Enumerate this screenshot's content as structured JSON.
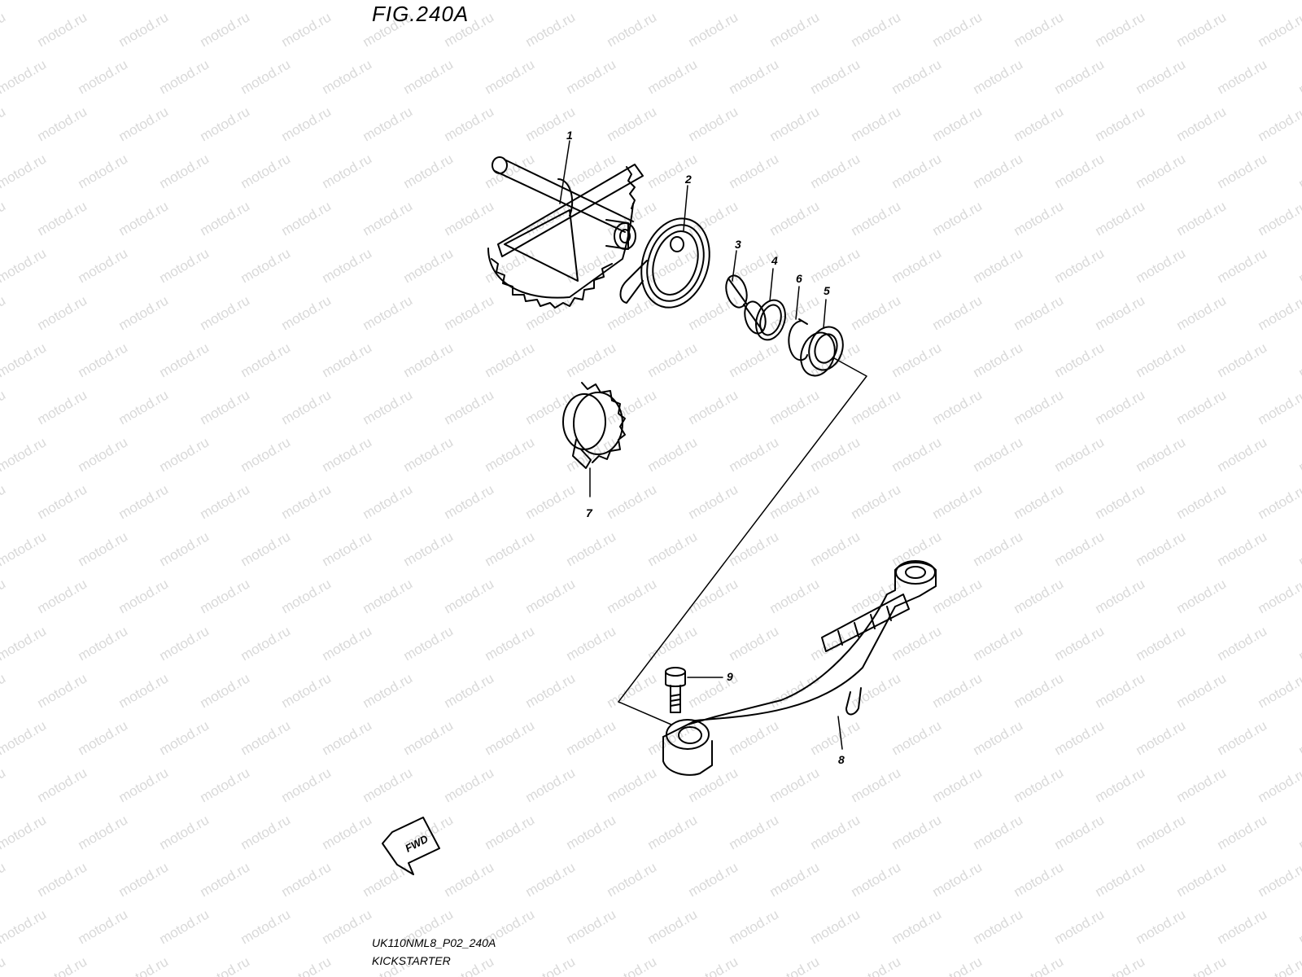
{
  "figure": {
    "title": "FIG.240A",
    "code": "UK110NML8_P02_240A",
    "name": "KICKSTARTER",
    "watermark_text": "motod.ru",
    "fwd_label": "FWD"
  },
  "callouts": [
    {
      "id": "1",
      "part": "kick-starter-shaft-gear"
    },
    {
      "id": "2",
      "part": "kick-starter-return-spring"
    },
    {
      "id": "3",
      "part": "spring-guide-bushing"
    },
    {
      "id": "4",
      "part": "washer"
    },
    {
      "id": "6",
      "part": "circlip"
    },
    {
      "id": "5",
      "part": "oil-seal"
    },
    {
      "id": "7",
      "part": "kick-starter-idle-gear"
    },
    {
      "id": "8",
      "part": "kick-starter-lever"
    },
    {
      "id": "9",
      "part": "bolt"
    }
  ],
  "colors": {
    "line": "#000000",
    "watermark": "#d9d9d9",
    "background": "#ffffff"
  }
}
